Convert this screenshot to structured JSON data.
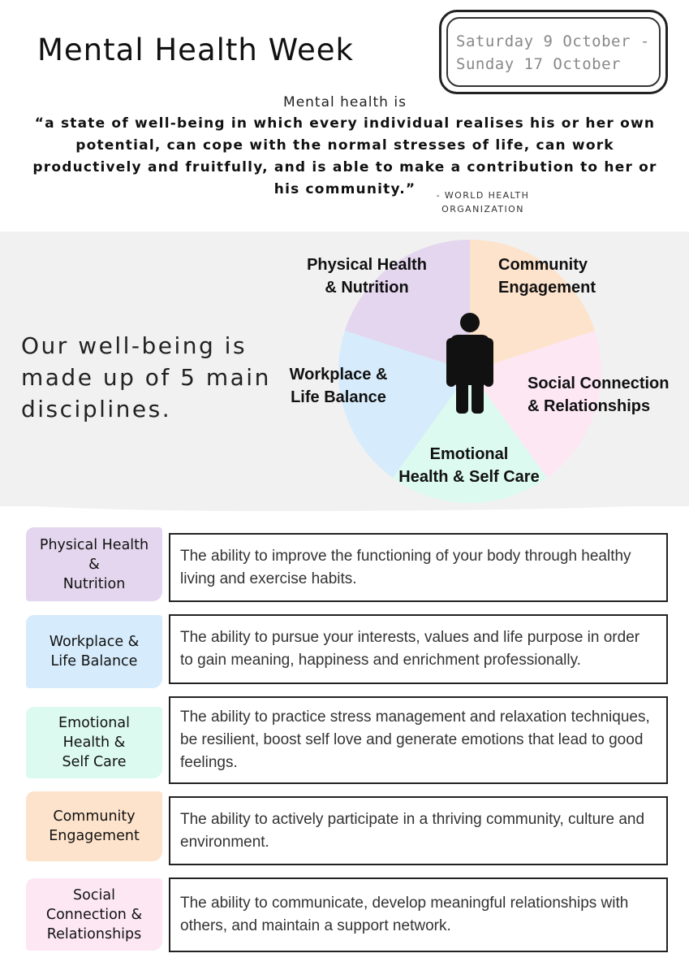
{
  "header": {
    "title": "Mental Health Week",
    "date_line_1": "Saturday 9 October -",
    "date_line_2": "Sunday 17 October"
  },
  "intro": {
    "lead": "Mental health is",
    "quote": "“a state of well-being in which every individual realises his or her own potential, can cope with the normal stresses of life, can work productively and fruitfully, and is able to make a contribution to her or his community.”",
    "attribution_line_1": "- WORLD HEALTH",
    "attribution_line_2": "ORGANIZATION"
  },
  "wellbeing": {
    "statement": "Our well-being is made up of 5 main disciplines."
  },
  "wheel": {
    "icon": "person-icon",
    "segments": [
      {
        "label_1": "Physical Health",
        "label_2": "& Nutrition",
        "color": "#e3d6ee"
      },
      {
        "label_1": "Community",
        "label_2": "Engagement",
        "color": "#fde3cb"
      },
      {
        "label_1": "Social Connection",
        "label_2": "& Relationships",
        "color": "#fce7f3"
      },
      {
        "label_1": "Emotional",
        "label_2": "Health & Self Care",
        "color": "#dcfaf0"
      },
      {
        "label_1": "Workplace &",
        "label_2": "Life Balance",
        "color": "#d6ebfb"
      }
    ]
  },
  "disciplines": [
    {
      "tag_lines": [
        "Physical Health",
        "&",
        "Nutrition"
      ],
      "color": "#e3d6ee",
      "description": "The ability to improve the functioning of your body through healthy living and exercise habits."
    },
    {
      "tag_lines": [
        "Workplace &",
        "Life Balance"
      ],
      "color": "#d6ebfb",
      "description": "The ability to pursue your interests, values and life purpose in order to gain meaning, happiness and enrichment professionally."
    },
    {
      "tag_lines": [
        "Emotional",
        "Health &",
        "Self Care"
      ],
      "color": "#dcfaf0",
      "description": "The ability to practice stress management and relaxation techniques, be resilient, boost self love and generate emotions that lead to good feelings."
    },
    {
      "tag_lines": [
        "Community",
        "Engagement"
      ],
      "color": "#fde3cb",
      "description": "The ability to actively participate in a thriving community, culture and environment."
    },
    {
      "tag_lines": [
        "Social",
        "Connection &",
        "Relationships"
      ],
      "color": "#fce7f3",
      "description": "The ability to communicate, develop meaningful relationships with others, and maintain a support network."
    }
  ]
}
